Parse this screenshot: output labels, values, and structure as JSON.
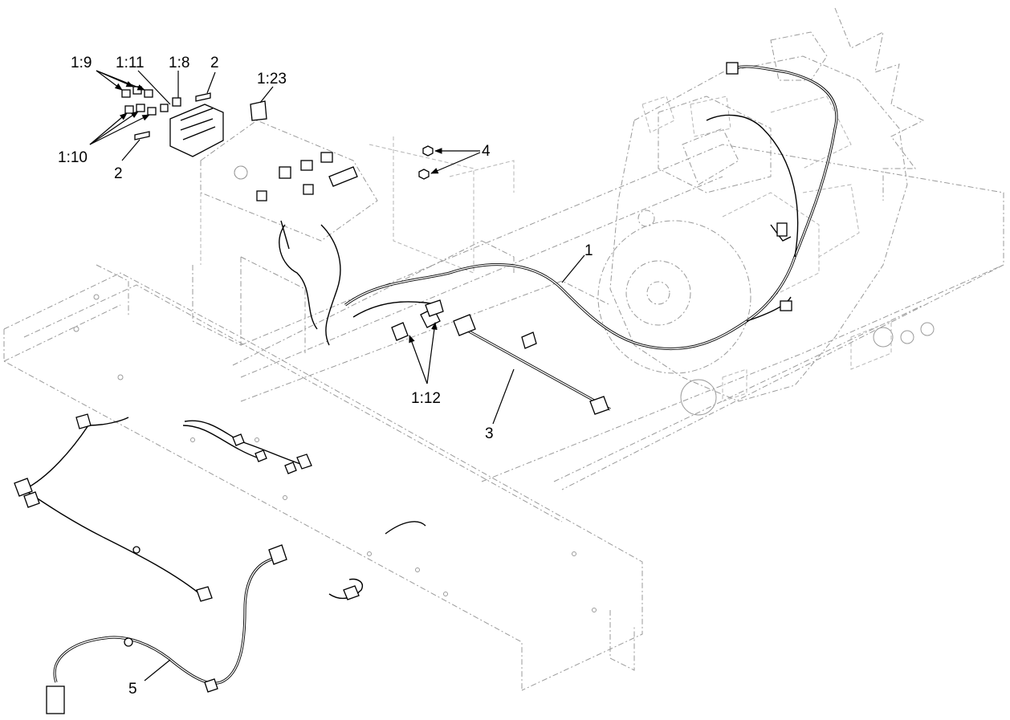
{
  "callouts": {
    "c1_9": "1:9",
    "c1_11": "1:11",
    "c1_8": "1:8",
    "c2_top": "2",
    "c1_23": "1:23",
    "c1_10": "1:10",
    "c2_bottom": "2",
    "c4": "4",
    "c1": "1",
    "c1_12": "1:12",
    "c3": "3",
    "c5": "5"
  }
}
